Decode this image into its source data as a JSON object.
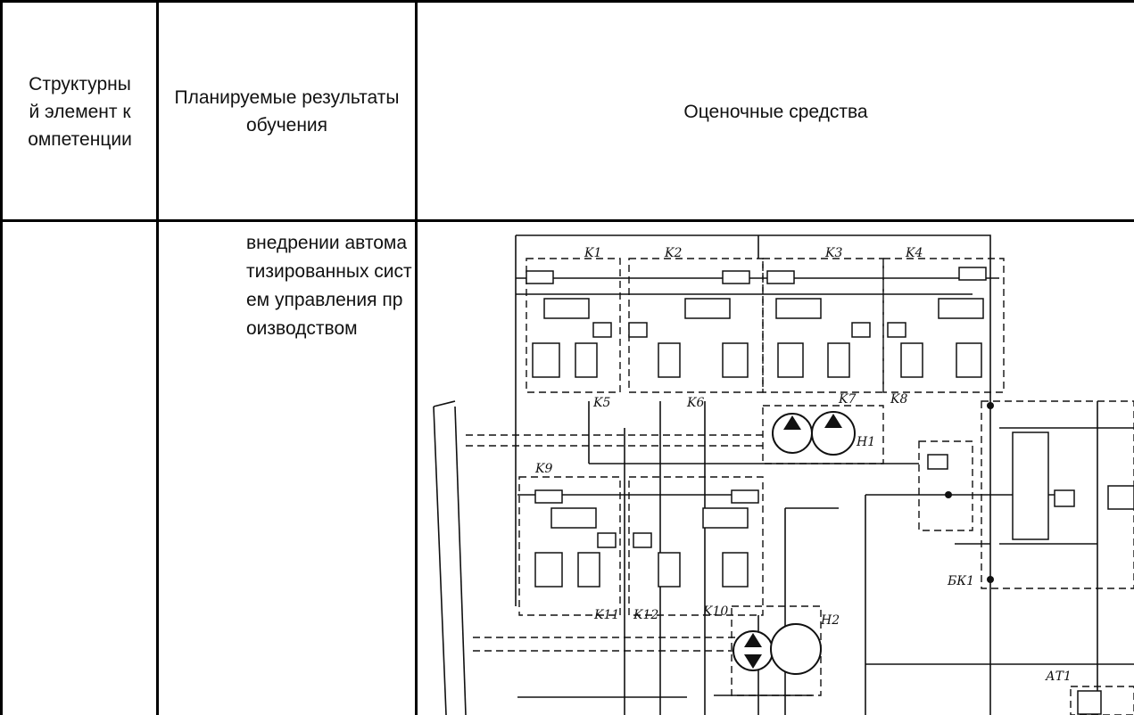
{
  "table": {
    "header": {
      "col1": "Структурный элемент компетенции",
      "col2": "Планируемые результаты обучения",
      "col3": "Оценочные средства"
    },
    "row": {
      "col2_text": "внедрении автоматизированных систем управления производством"
    }
  },
  "diagram": {
    "labels": {
      "k1": "K1",
      "k2": "K2",
      "k3": "K3",
      "k4": "K4",
      "k5": "K5",
      "k6": "K6",
      "k7": "K7",
      "k8": "K8",
      "k9": "K9",
      "k10": "K10",
      "k11": "K11",
      "k12": "K12",
      "h1": "H1",
      "h2": "H2",
      "bk1": "БК1",
      "at1": "АТ1"
    }
  }
}
